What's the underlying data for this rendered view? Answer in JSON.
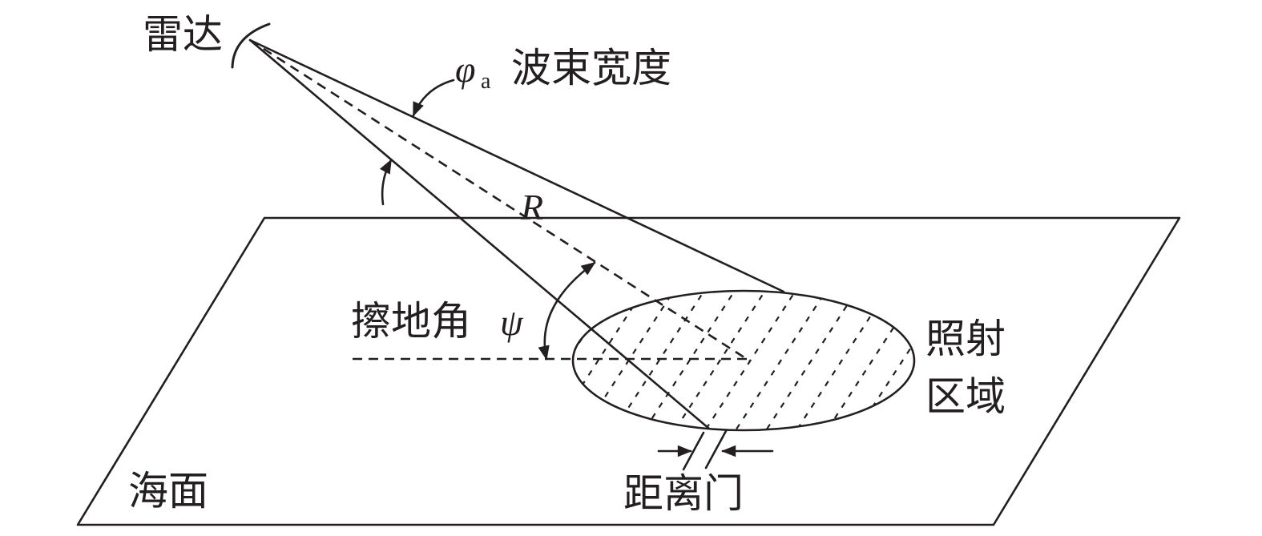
{
  "labels": {
    "radar": "雷达",
    "beam_width_symbol": "φ",
    "beam_width_subscript": "a",
    "beam_width": "波束宽度",
    "range": "R",
    "grazing_angle": "擦地角",
    "grazing_angle_symbol": "ψ",
    "illuminated_area_line1": "照射",
    "illuminated_area_line2": "区域",
    "range_gate": "距离门",
    "sea_surface": "海面"
  },
  "colors": {
    "stroke": "#231f20",
    "background": "#ffffff"
  }
}
